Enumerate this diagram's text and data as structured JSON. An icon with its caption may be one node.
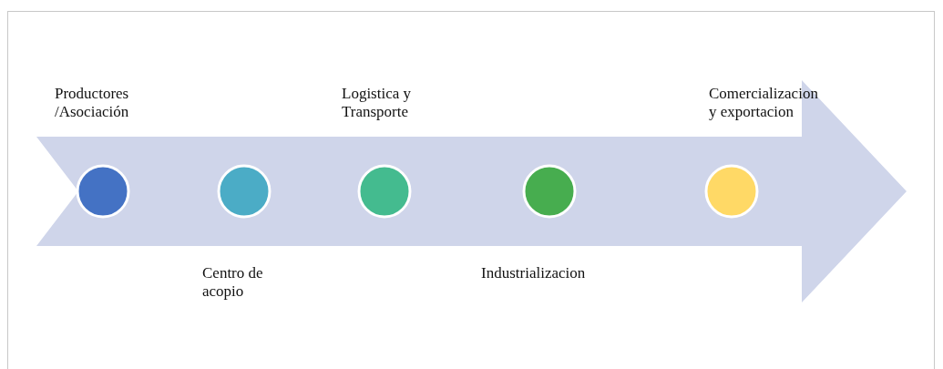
{
  "diagram": {
    "nodes": [
      {
        "text": [
          "Productores /Asociación"
        ]
      },
      {
        "text": [
          "Centro de acopio"
        ]
      },
      {
        "text": [
          "Logistica y Transporte"
        ]
      },
      {
        "text": [
          "Industrializacion"
        ]
      },
      {
        "text": [
          "Comercializacion y exportacion"
        ]
      }
    ]
  }
}
